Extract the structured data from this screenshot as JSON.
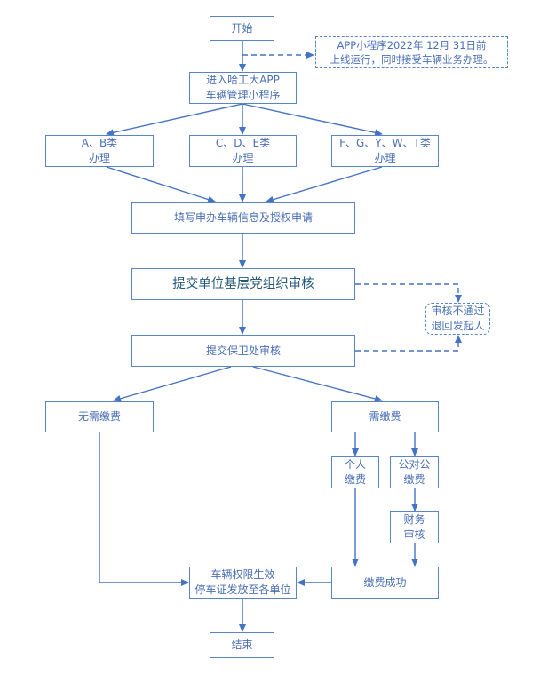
{
  "diagram": {
    "type": "flowchart",
    "colors": {
      "line": "#4472c4",
      "text": "#4a6fb5",
      "emphasis_text": "#24587a"
    },
    "nodes": {
      "start": {
        "lines": [
          "开始"
        ]
      },
      "note": {
        "lines": [
          "APP小程序2022年 12月 31日前",
          "上线运行，同时接受车辆业务办理。"
        ]
      },
      "enter_app": {
        "lines": [
          "进入哈工大APP",
          "车辆管理小程序"
        ]
      },
      "class_ab": {
        "lines": [
          "A、B类",
          "办理"
        ]
      },
      "class_cde": {
        "lines": [
          "C、D、E类",
          "办理"
        ]
      },
      "class_fgywt": {
        "lines": [
          "F、G、Y、W、T类",
          "办理"
        ]
      },
      "fill_info": {
        "lines": [
          "填写申办车辆信息及授权申请"
        ]
      },
      "party_review": {
        "lines": [
          "提交单位基层党组织审核"
        ]
      },
      "reject": {
        "lines": [
          "审核不通过",
          "退回发起人"
        ]
      },
      "security_review": {
        "lines": [
          "提交保卫处审核"
        ]
      },
      "no_fee": {
        "lines": [
          "无需缴费"
        ]
      },
      "fee_required": {
        "lines": [
          "需缴费"
        ]
      },
      "personal_pay": {
        "lines": [
          "个人",
          "缴费"
        ]
      },
      "corporate_pay": {
        "lines": [
          "公对公",
          "缴费"
        ]
      },
      "finance_review": {
        "lines": [
          "财务",
          "审核"
        ]
      },
      "permission_active": {
        "lines": [
          "车辆权限生效",
          "停车证发放至各单位"
        ]
      },
      "payment_success": {
        "lines": [
          "缴费成功"
        ]
      },
      "end": {
        "lines": [
          "结束"
        ]
      }
    },
    "edges": [
      {
        "from": "start",
        "to": "enter_app",
        "style": "solid"
      },
      {
        "from": "start",
        "to": "note",
        "style": "dashed"
      },
      {
        "from": "enter_app",
        "to": "class_ab",
        "style": "solid"
      },
      {
        "from": "enter_app",
        "to": "class_cde",
        "style": "solid"
      },
      {
        "from": "enter_app",
        "to": "class_fgywt",
        "style": "solid"
      },
      {
        "from": "class_ab",
        "to": "fill_info",
        "style": "solid"
      },
      {
        "from": "class_cde",
        "to": "fill_info",
        "style": "solid"
      },
      {
        "from": "class_fgywt",
        "to": "fill_info",
        "style": "solid"
      },
      {
        "from": "fill_info",
        "to": "party_review",
        "style": "solid"
      },
      {
        "from": "party_review",
        "to": "security_review",
        "style": "solid"
      },
      {
        "from": "party_review",
        "to": "reject",
        "style": "dashed"
      },
      {
        "from": "security_review",
        "to": "reject",
        "style": "dashed"
      },
      {
        "from": "security_review",
        "to": "no_fee",
        "style": "solid"
      },
      {
        "from": "security_review",
        "to": "fee_required",
        "style": "solid"
      },
      {
        "from": "fee_required",
        "to": "personal_pay",
        "style": "solid"
      },
      {
        "from": "fee_required",
        "to": "corporate_pay",
        "style": "solid"
      },
      {
        "from": "corporate_pay",
        "to": "finance_review",
        "style": "solid"
      },
      {
        "from": "personal_pay",
        "to": "payment_success",
        "style": "solid"
      },
      {
        "from": "finance_review",
        "to": "payment_success",
        "style": "solid"
      },
      {
        "from": "no_fee",
        "to": "permission_active",
        "style": "solid"
      },
      {
        "from": "payment_success",
        "to": "permission_active",
        "style": "solid"
      },
      {
        "from": "permission_active",
        "to": "end",
        "style": "solid"
      }
    ]
  }
}
